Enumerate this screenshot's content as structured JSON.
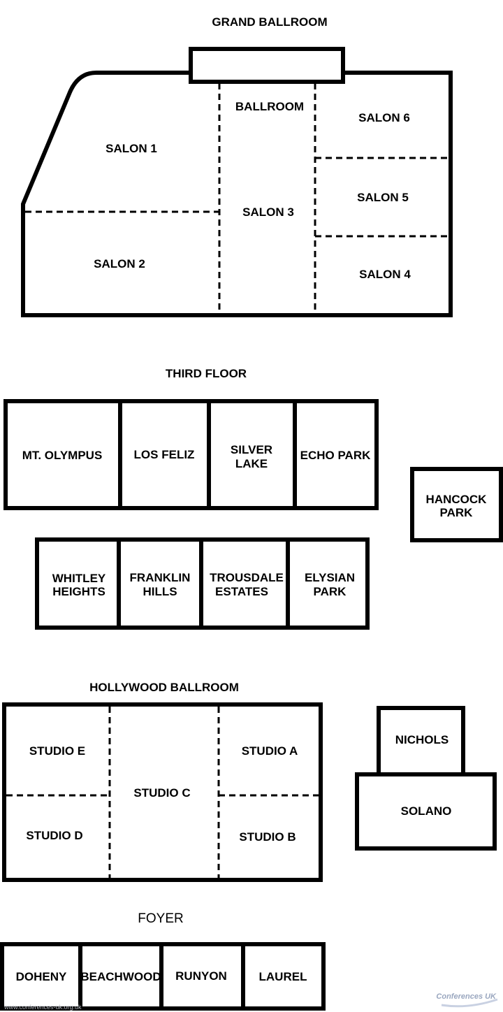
{
  "sections": {
    "grand_ballroom": {
      "title": "GRAND BALLROOM",
      "rooms": {
        "ballroom": "BALLROOM",
        "salon1": "SALON 1",
        "salon2": "SALON 2",
        "salon3": "SALON 3",
        "salon4": "SALON 4",
        "salon5": "SALON 5",
        "salon6": "SALON 6"
      }
    },
    "third_floor": {
      "title": "THIRD FLOOR",
      "rooms": {
        "mt_olympus": "MT. OLYMPUS",
        "los_feliz": "LOS FELIZ",
        "silver_lake_1": "SILVER",
        "silver_lake_2": "LAKE",
        "echo_park": "ECHO PARK",
        "hancock_park_1": "HANCOCK",
        "hancock_park_2": "PARK",
        "whitley_heights_1": "WHITLEY",
        "whitley_heights_2": "HEIGHTS",
        "franklin_hills_1": "FRANKLIN",
        "franklin_hills_2": "HILLS",
        "trousdale_estates_1": "TROUSDALE",
        "trousdale_estates_2": "ESTATES",
        "elysian_park_1": "ELYSIAN",
        "elysian_park_2": "PARK"
      }
    },
    "hollywood_ballroom": {
      "title": "HOLLYWOOD BALLROOM",
      "rooms": {
        "studio_a": "STUDIO A",
        "studio_b": "STUDIO B",
        "studio_c": "STUDIO C",
        "studio_d": "STUDIO D",
        "studio_e": "STUDIO E",
        "nichols": "NICHOLS",
        "solano": "SOLANO"
      }
    },
    "foyer": {
      "title": "FOYER",
      "rooms": {
        "doheny": "DOHENY",
        "beachwood": "BEACHWOOD",
        "runyon": "RUNYON",
        "laurel": "LAUREL"
      }
    }
  },
  "watermark": {
    "url": "www.conferences-uk.org.uk",
    "logo": "Conferences UK"
  },
  "colors": {
    "ink": "#000000",
    "background": "#ffffff",
    "watermark": "#9aa7bf"
  }
}
